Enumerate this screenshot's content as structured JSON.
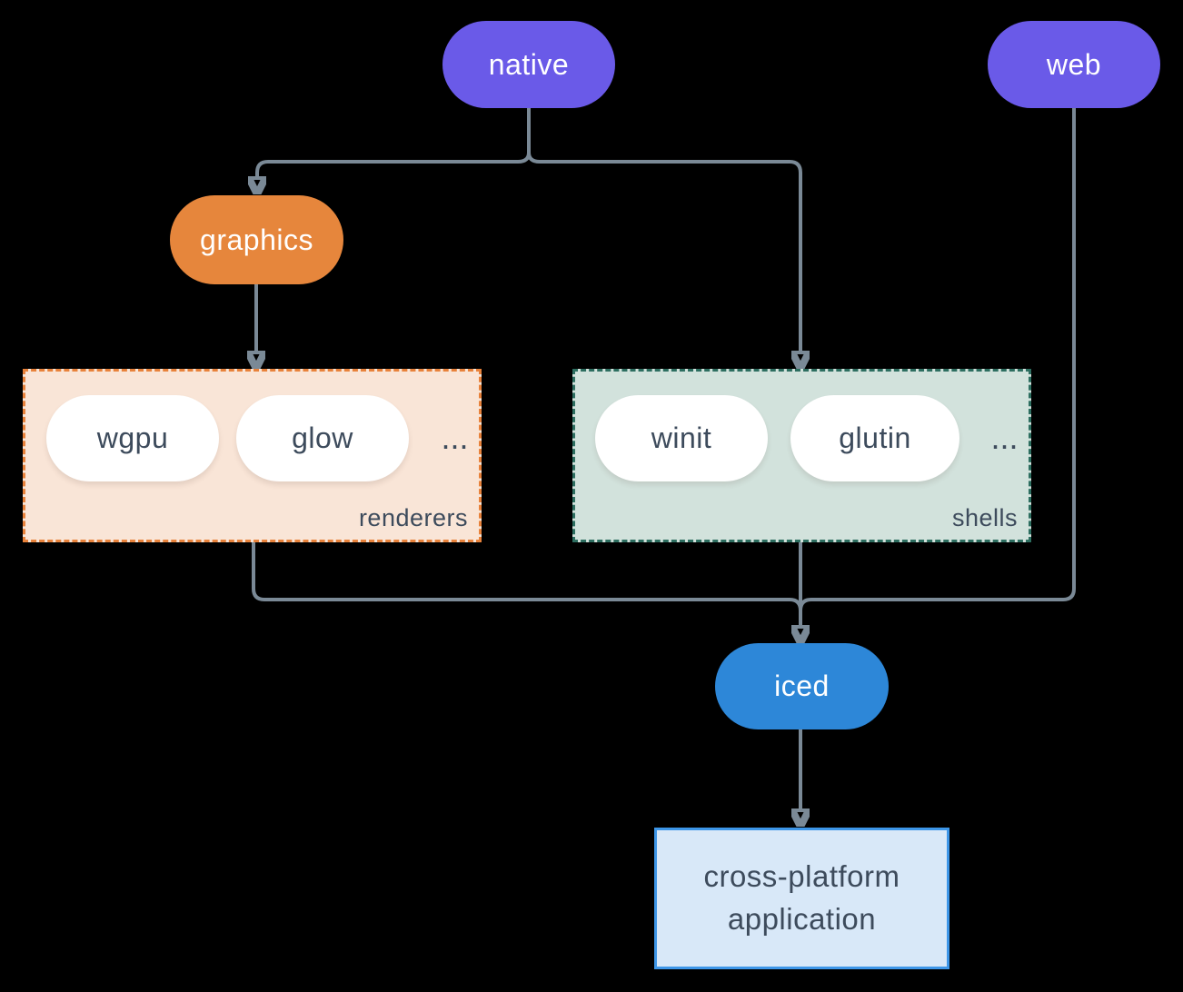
{
  "nodes": {
    "native": {
      "label": "native",
      "color": "#6A5AE8"
    },
    "web": {
      "label": "web",
      "color": "#6A5AE8"
    },
    "graphics": {
      "label": "graphics",
      "color": "#E6863C"
    },
    "iced": {
      "label": "iced",
      "color": "#2D87D8"
    }
  },
  "groups": {
    "renderers": {
      "label": "renderers",
      "items": [
        "wgpu",
        "glow"
      ],
      "ellipsis": "...",
      "background": "#F9E5D7",
      "border_color": "#E8823B"
    },
    "shells": {
      "label": "shells",
      "items": [
        "winit",
        "glutin"
      ],
      "ellipsis": "...",
      "background": "#D2E2DC",
      "border_color": "#2D6E60"
    }
  },
  "app_box": {
    "line1": "cross-platform",
    "line2": "application",
    "background": "#D8E8F8",
    "border_color": "#3D96E8"
  },
  "colors": {
    "page_background": "#000000",
    "edge": "#7A8996",
    "dark_text": "#3D4B5C",
    "pill_text": "#FFFFFF"
  }
}
